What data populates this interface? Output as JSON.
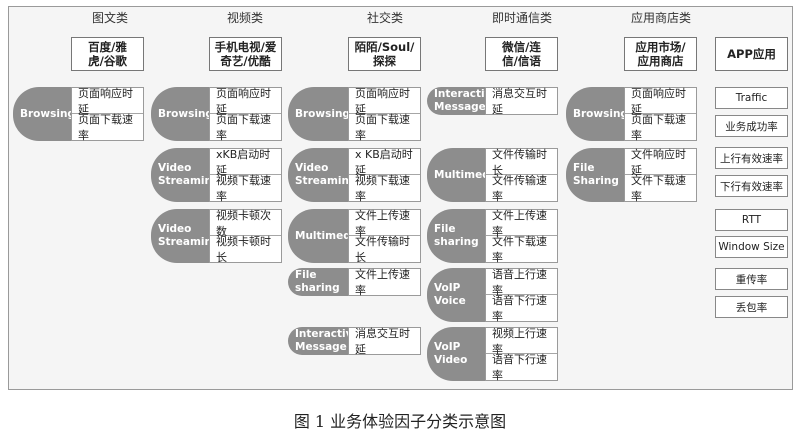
{
  "columns": [
    {
      "header": "图文类",
      "subheader": "百度/雅\n虎/谷歌",
      "groups": [
        {
          "category": "Browsing",
          "metrics": [
            "页面响应时延",
            "页面下载速率"
          ]
        }
      ]
    },
    {
      "header": "视频类",
      "subheader": "手机电视/爱\n奇艺/优酷",
      "groups": [
        {
          "category": "Browsing",
          "metrics": [
            "页面响应时延",
            "页面下载速率"
          ]
        },
        {
          "category": "Video\nStreaming",
          "metrics": [
            "xKB启动时延",
            "视频下载速率"
          ]
        },
        {
          "category": "Video\nStreaming",
          "metrics": [
            "视频卡顿次数",
            "视频卡顿时长"
          ]
        }
      ]
    },
    {
      "header": "社交类",
      "subheader": "陌陌/Soul/\n探探",
      "groups": [
        {
          "category": "Browsing",
          "metrics": [
            "页面响应时延",
            "页面下载速率"
          ]
        },
        {
          "category": "Video\nStreaming",
          "metrics": [
            "x KB启动时延",
            "视频下载速率"
          ]
        },
        {
          "category": "Multimedia",
          "metrics": [
            "文件上传速率",
            "文件传输时长"
          ]
        },
        {
          "category": "File sharing",
          "metrics": [
            "文件上传速率"
          ]
        },
        {
          "category": "Interactive\nMessage",
          "metrics": [
            "消息交互时延"
          ]
        }
      ]
    },
    {
      "header": "即时通信类",
      "subheader": "微信/连\n信/信语",
      "groups": [
        {
          "category": "Interactive\nMessage",
          "metrics": [
            "消息交互时延"
          ]
        },
        {
          "category": "Multimedia",
          "metrics": [
            "文件传输时长",
            "文件传输速率"
          ]
        },
        {
          "category": "File sharing",
          "metrics": [
            "文件上传速率",
            "文件下载速率"
          ]
        },
        {
          "category": "VoIP Voice",
          "metrics": [
            "语音上行速率",
            "语音下行速率"
          ]
        },
        {
          "category": "VoIP Video",
          "metrics": [
            "视频上行速率",
            "语音下行速率"
          ]
        }
      ]
    },
    {
      "header": "应用商店类",
      "subheader": "应用市场/\n应用商店",
      "groups": [
        {
          "category": "Browsing",
          "metrics": [
            "页面响应时延",
            "页面下载速率"
          ]
        },
        {
          "category": "File\nSharing",
          "metrics": [
            "文件响应时延",
            "文件下载速率"
          ]
        }
      ]
    }
  ],
  "app": {
    "title": "APP应用",
    "items": [
      "Traffic",
      "业务成功率",
      "上行有效速率",
      "下行有效速率",
      "RTT",
      "Window Size",
      "重传率",
      "丢包率"
    ]
  },
  "caption": "图 1   业务体验因子分类示意图"
}
